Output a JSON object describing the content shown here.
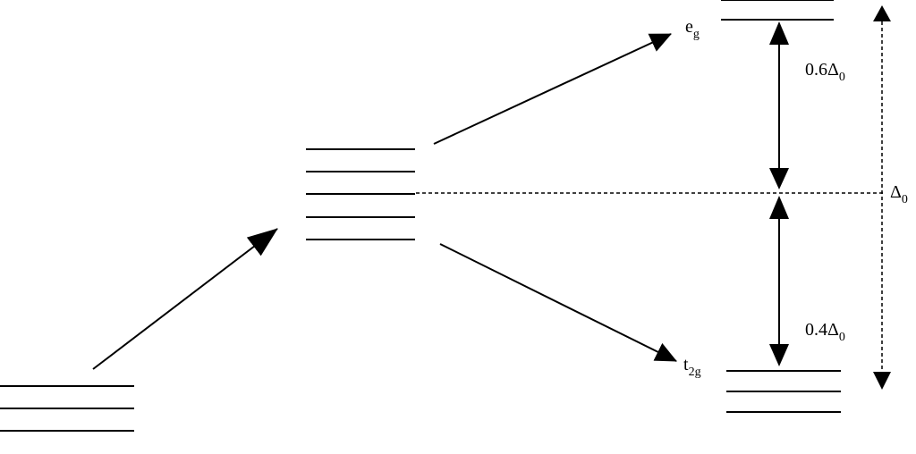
{
  "labels": {
    "eg": {
      "main": "e",
      "sub": "g"
    },
    "t2g": {
      "main": "t",
      "sub": "2g"
    },
    "upper_split": {
      "prefix": "0.6Δ",
      "sub": "0"
    },
    "lower_split": {
      "prefix": "0.4Δ",
      "sub": "0"
    },
    "total_split": {
      "prefix": "Δ",
      "sub": "0"
    }
  },
  "levels": {
    "free_ion": 3,
    "spherical_field": 5,
    "eg": 2,
    "t2g": 3
  },
  "colors": {
    "ink": "#000000",
    "background": "#ffffff"
  }
}
